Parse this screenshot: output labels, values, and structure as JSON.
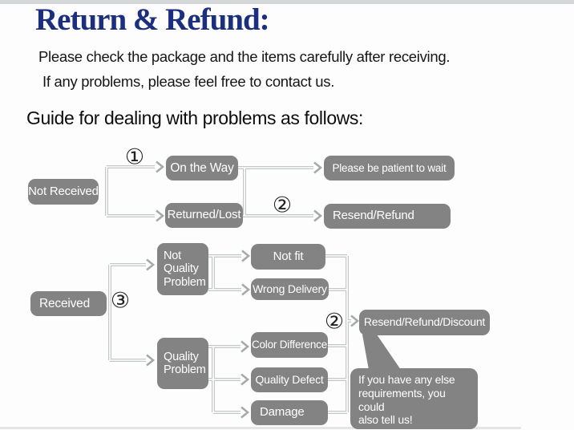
{
  "header": {
    "title": "Return & Refund:",
    "line1": "Please check the package and the items carefully after receiving.",
    "line2": "If any problems, please feel free to contact us.",
    "guide": "Guide for dealing with problems as follows:"
  },
  "colors": {
    "title_navy": "#1b2f7e",
    "box_gray": "#838383",
    "connector_gray": "#c3c7c7",
    "text_dark": "#151515"
  },
  "markers": {
    "one": "①",
    "two": "②",
    "three": "③"
  },
  "flowchart": {
    "nodes": {
      "not_received": "Not Received",
      "on_the_way": "On the Way",
      "returned_lost": "Returned/Lost",
      "be_patient": "Please be patient to wait",
      "resend_refund": "Resend/Refund",
      "received": "Received",
      "not_quality_problem": "Not Quality Problem",
      "not_fit": "Not fit",
      "wrong_delivery": "Wrong Delivery",
      "quality_problem": "Quality Problem",
      "color_difference": "Color Difference",
      "quality_defect": "Quality Defect",
      "damage": "Damage",
      "resend_refund_discount": "Resend/Refund/Discount",
      "bubble": "If you have any else\nrequirements, you could\nalso tell us!"
    }
  }
}
